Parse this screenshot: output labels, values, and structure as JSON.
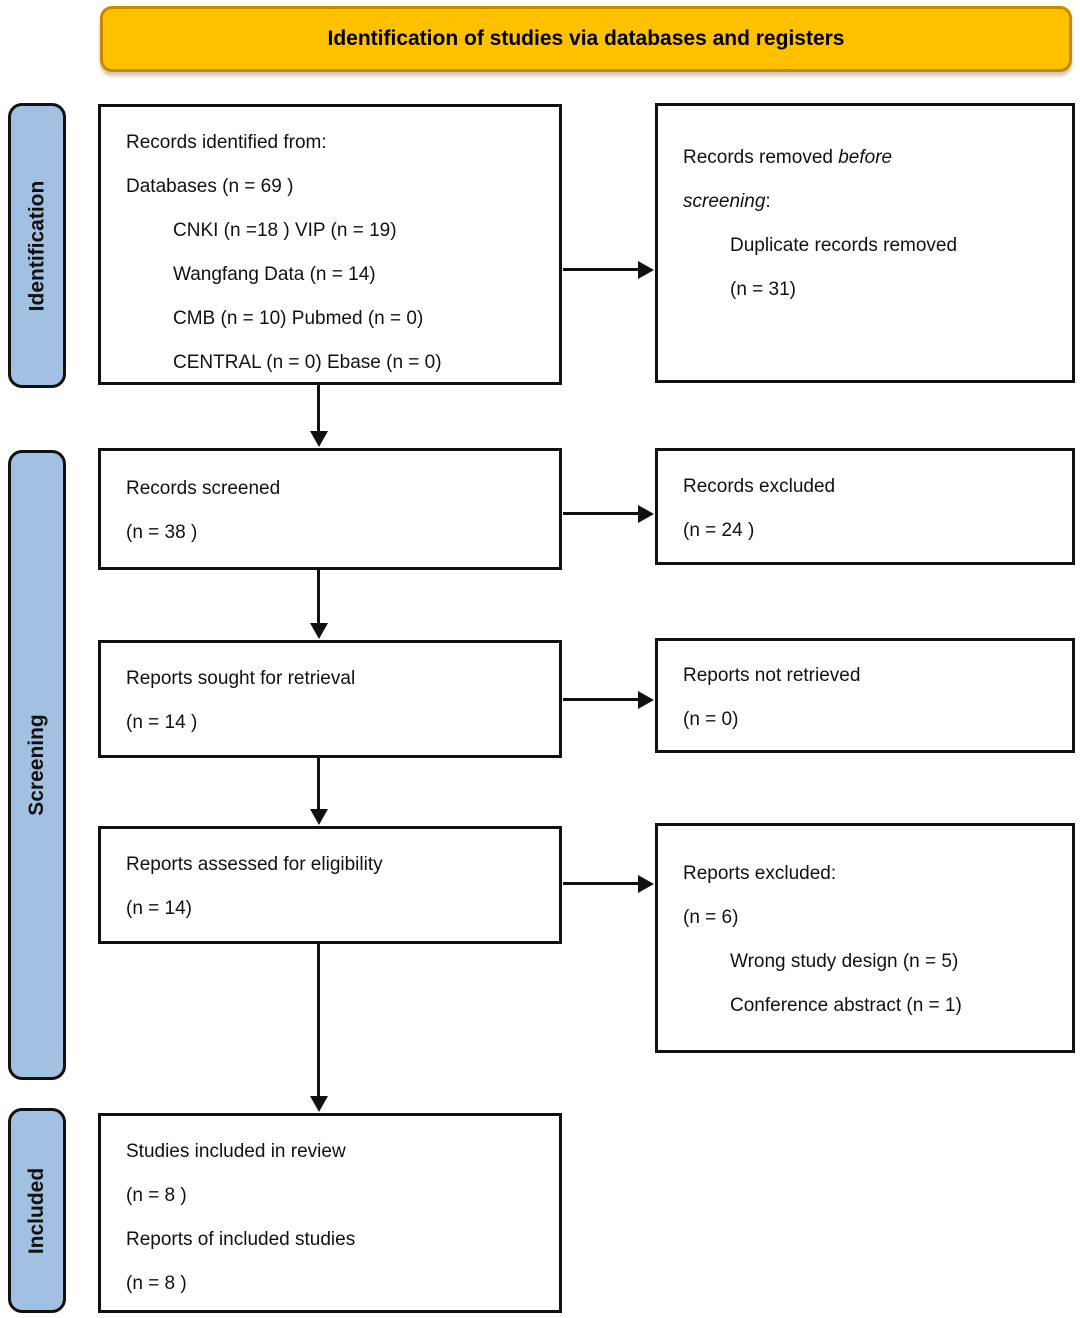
{
  "header": {
    "title": "Identification of studies via databases and registers"
  },
  "side_labels": {
    "identification": "Identification",
    "screening": "Screening",
    "included": "Included"
  },
  "boxes": {
    "records_identified": {
      "line1": "Records identified from:",
      "line2": "Databases (n = 69 )",
      "line3": "CNKI (n =18 ) VIP (n = 19)",
      "line4": "Wangfang Data (n = 14)",
      "line5": "CMB (n = 10) Pubmed (n = 0)",
      "line6": "CENTRAL (n = 0) Ebase (n = 0)"
    },
    "records_removed": {
      "line1_prefix": "Records removed ",
      "line1_italic": "before",
      "line2_italic": "screening",
      "line2_suffix": ":",
      "line3": "Duplicate records removed",
      "line4": "(n = 31)"
    },
    "records_screened": {
      "line1": "Records screened",
      "line2": "(n = 38 )"
    },
    "records_excluded": {
      "line1": "Records excluded",
      "line2": "(n = 24 )"
    },
    "reports_sought": {
      "line1": "Reports sought for retrieval",
      "line2": "(n = 14 )"
    },
    "reports_not_retrieved": {
      "line1": "Reports not retrieved",
      "line2": "(n = 0)"
    },
    "reports_assessed": {
      "line1": "Reports assessed for eligibility",
      "line2": "(n = 14)"
    },
    "reports_excluded": {
      "line1": "Reports excluded:",
      "line2": "(n = 6)",
      "line3": "Wrong study design (n = 5)",
      "line4": "Conference abstract (n = 1)"
    },
    "studies_included": {
      "line1": "Studies included in review",
      "line2": "(n = 8 )",
      "line3": "Reports of included studies",
      "line4": "(n = 8 )"
    }
  },
  "colors": {
    "header_fill": "#FFC000",
    "header_border": "#C68A00",
    "sidebar_fill": "#A2C1E2",
    "box_border": "#111111",
    "arrow_color": "#111111"
  }
}
